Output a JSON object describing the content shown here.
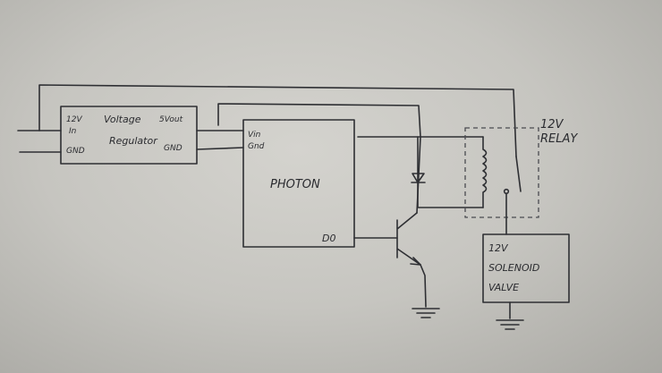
{
  "diagram": {
    "regulator": {
      "left_top": "12V",
      "left_mid": "In",
      "left_bottom": "GND",
      "title_line1": "Voltage",
      "title_line2": "Regulator",
      "right_top": "5Vout",
      "right_bottom": "GND"
    },
    "photon": {
      "vin": "Vin",
      "gnd": "Gnd",
      "title": "PHOTON",
      "d0": "D0"
    },
    "relay": {
      "line1": "12V",
      "line2": "RELAY"
    },
    "solenoid": {
      "line1": "12V",
      "line2": "SOLENOID",
      "line3": "VALVE"
    }
  }
}
